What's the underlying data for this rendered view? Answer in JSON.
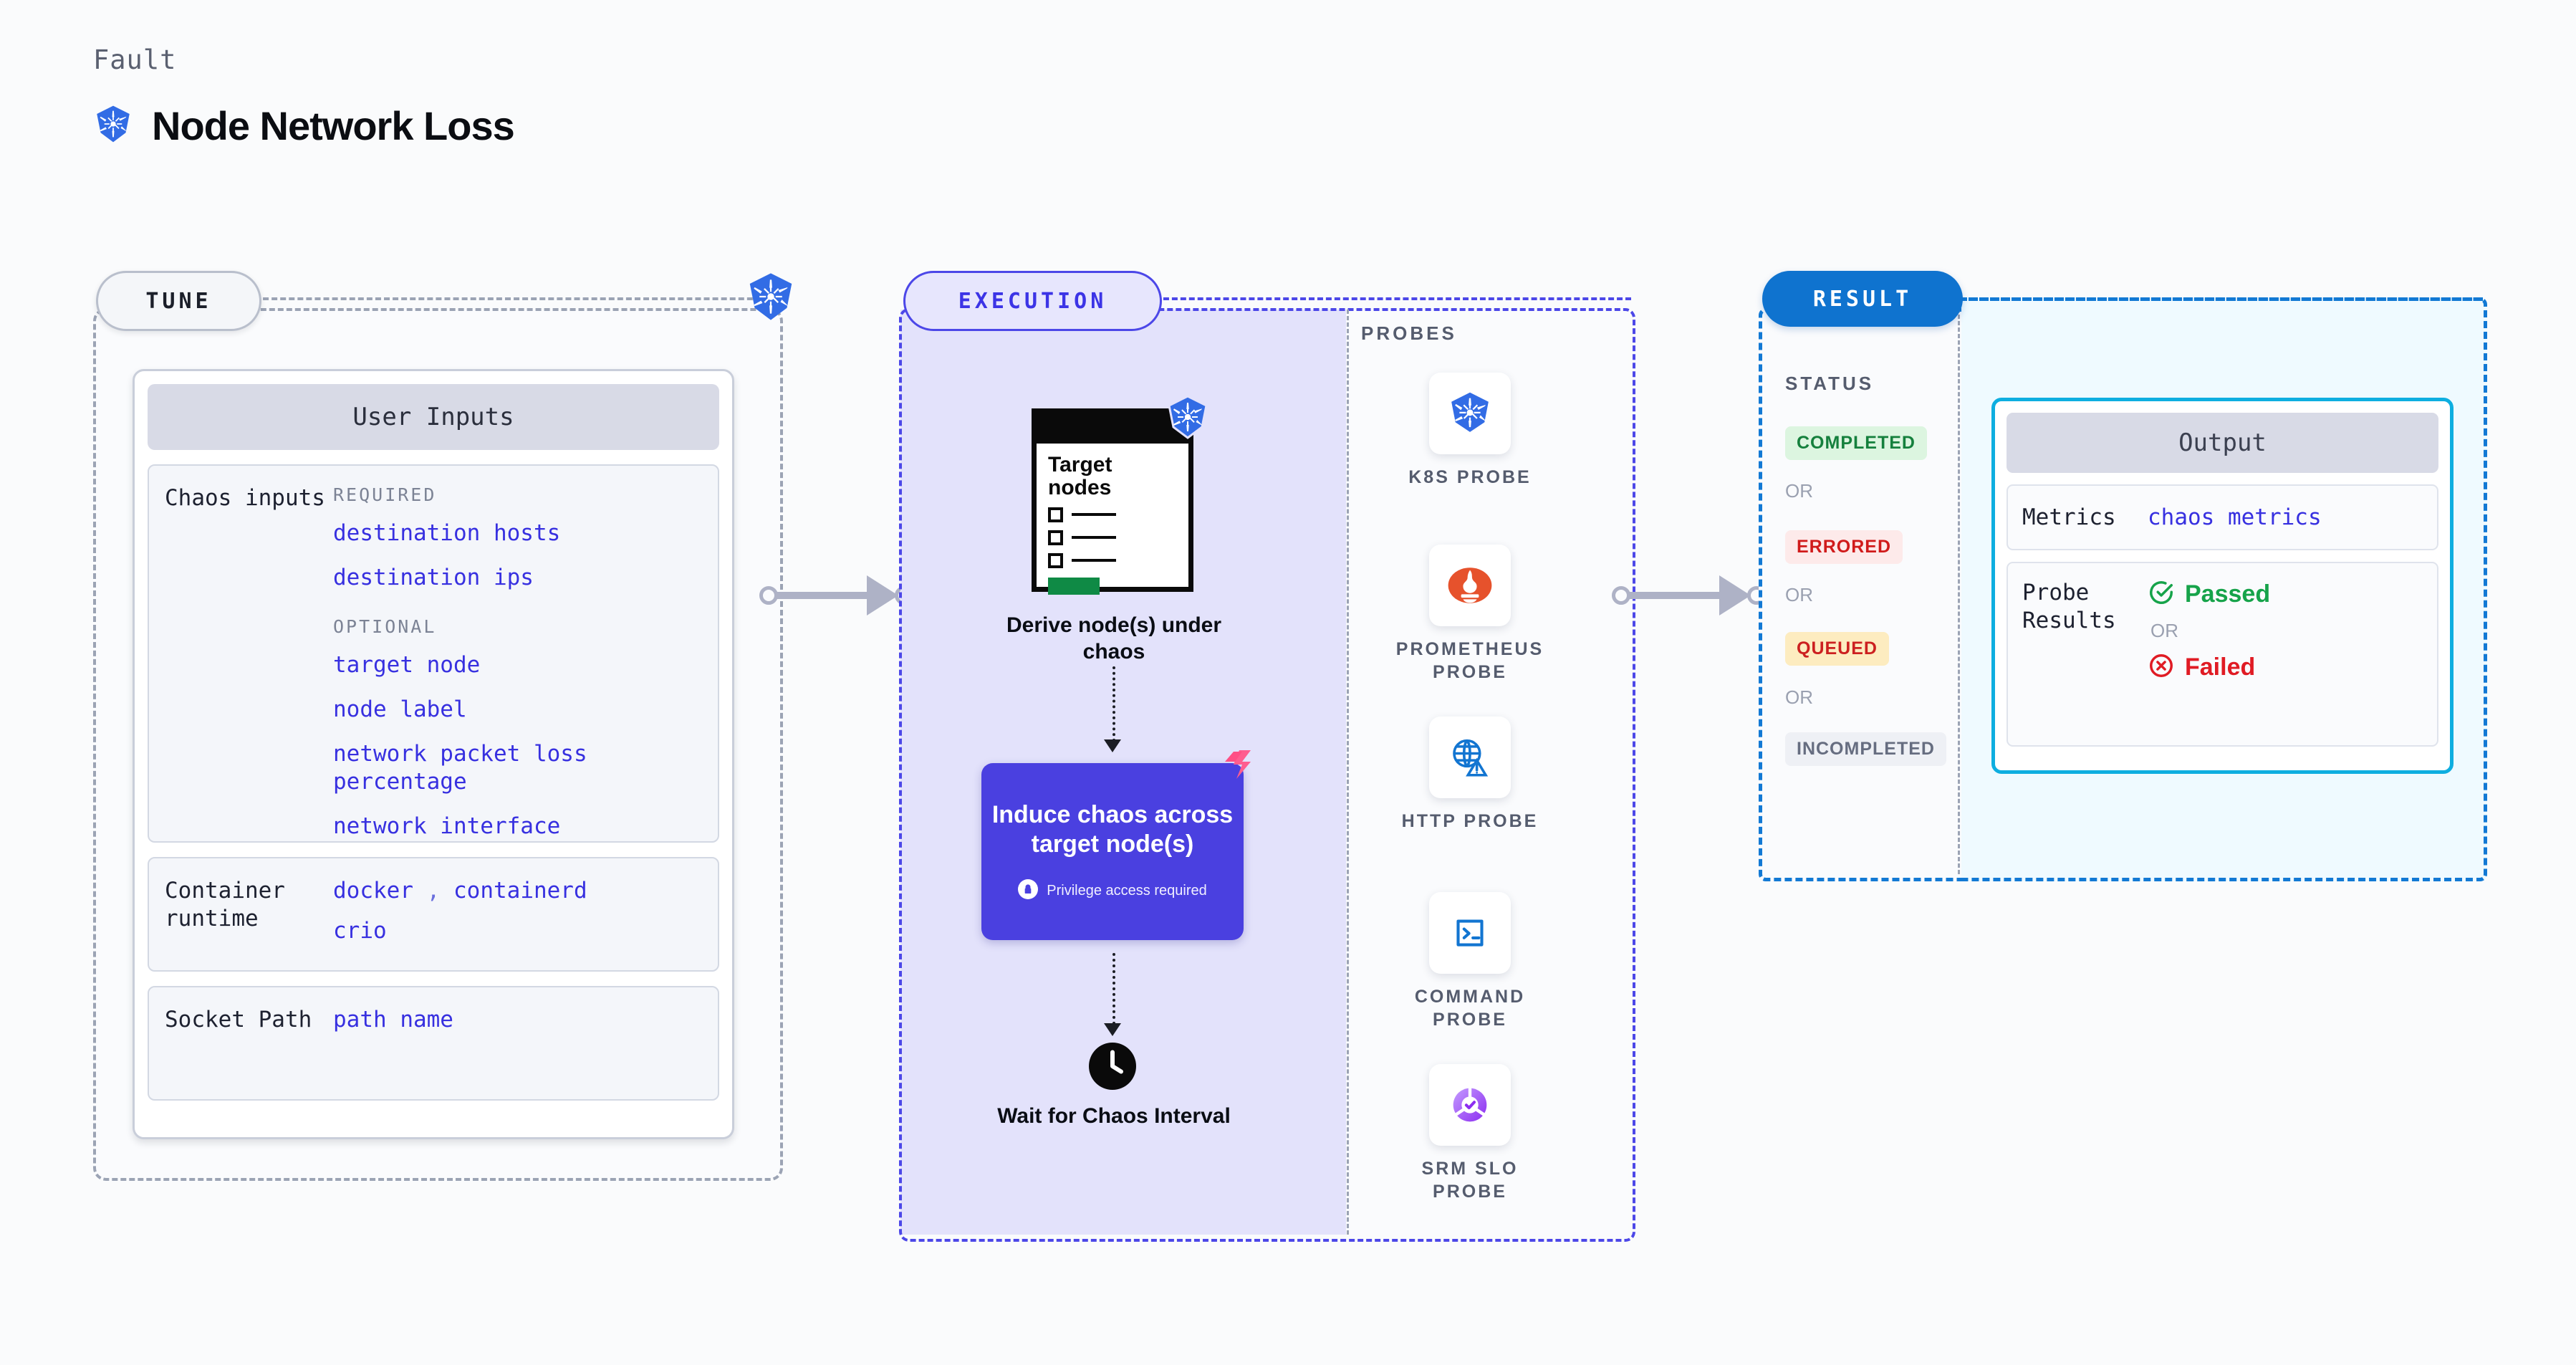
{
  "header": {
    "eyebrow": "Fault",
    "title": "Node Network Loss",
    "logo_icon": "kubernetes-icon"
  },
  "colors": {
    "accent_purple": "#4a40e0",
    "accent_blue": "#0f73cf",
    "accent_cyan": "#0eaee0",
    "link_blue": "#3730e0",
    "k8s_blue": "#326ce5",
    "prometheus_orange": "#e6522c",
    "pink_mark": "#ff5d8f"
  },
  "tune": {
    "pill_label": "TUNE",
    "badge_icon": "kubernetes-icon",
    "card_title": "User Inputs",
    "sections": [
      {
        "key": "Chaos inputs",
        "groups": [
          {
            "title": "REQUIRED",
            "values": [
              "destination hosts",
              "destination ips"
            ]
          },
          {
            "title": "OPTIONAL",
            "values": [
              "target node",
              "node label",
              "network packet loss percentage",
              "network interface"
            ]
          }
        ]
      },
      {
        "key": "Container runtime",
        "values_line1": [
          "docker",
          "containerd"
        ],
        "separator": ",",
        "values_line2": [
          "crio"
        ]
      },
      {
        "key": "Socket Path",
        "values": [
          "path name"
        ]
      }
    ]
  },
  "execution": {
    "pill_label": "EXECUTION",
    "nodes": [
      {
        "caption": "Derive node(s) under chaos",
        "icon": "target-nodes-document-icon",
        "doc_title": "Target nodes",
        "badge_icon": "kubernetes-icon"
      },
      {
        "caption": "Induce chaos across target node(s)",
        "privilege_note": "Privilege access required",
        "privilege_icon": "lock-icon",
        "corner_icon": "harness-chaos-mark"
      },
      {
        "caption": "Wait for Chaos Interval",
        "icon": "clock-icon"
      }
    ],
    "probes": {
      "label": "PROBES",
      "items": [
        {
          "name": "K8S PROBE",
          "icon": "kubernetes-icon"
        },
        {
          "name": "PROMETHEUS PROBE",
          "icon": "prometheus-icon"
        },
        {
          "name": "HTTP PROBE",
          "icon": "globe-warning-icon"
        },
        {
          "name": "COMMAND PROBE",
          "icon": "terminal-icon"
        },
        {
          "name": "SRM SLO PROBE",
          "icon": "slo-gauge-check-icon"
        }
      ]
    }
  },
  "result": {
    "pill_label": "RESULT",
    "status_label": "STATUS",
    "or_label": "OR",
    "statuses": [
      {
        "label": "COMPLETED",
        "text_color": "#15803d",
        "bg_color": "#dcf5e0"
      },
      {
        "label": "ERRORED",
        "text_color": "#d01b1b",
        "bg_color": "#fdeaea"
      },
      {
        "label": "QUEUED",
        "text_color": "#cc2020",
        "bg_color": "#fdecc0"
      },
      {
        "label": "INCOMPLETED",
        "text_color": "#666d80",
        "bg_color": "#eef0f5"
      }
    ],
    "output": {
      "title": "Output",
      "rows": [
        {
          "key": "Metrics",
          "value": "chaos metrics"
        },
        {
          "key": "Probe Results",
          "pass_label": "Passed",
          "or_label": "OR",
          "fail_label": "Failed",
          "pass_icon": "check-circle-icon",
          "fail_icon": "x-circle-icon"
        }
      ]
    }
  }
}
